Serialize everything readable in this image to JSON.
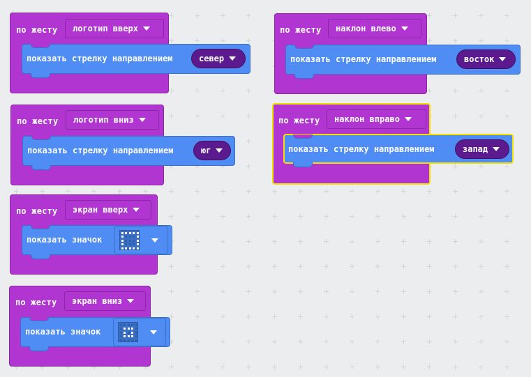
{
  "hat_label": "по жесту",
  "blocks": [
    {
      "gesture": "логотип вверх",
      "action": "показать стрелку направлением",
      "value": "север"
    },
    {
      "gesture": "логотип вниз",
      "action": "показать стрелку направлением",
      "value": "юг"
    },
    {
      "gesture": "экран вверх",
      "action": "показать значок",
      "icon": "square-icon"
    },
    {
      "gesture": "экран вниз",
      "action": "показать значок",
      "icon": "small-square-icon"
    },
    {
      "gesture": "наклон влево",
      "action": "показать стрелку направлением",
      "value": "восток"
    },
    {
      "gesture": "наклон вправо",
      "action": "показать стрелку направлением",
      "value": "запад"
    }
  ],
  "colors": {
    "hat": "#b135d0",
    "action": "#4f8df5",
    "pill": "#5c1a8f",
    "selected_outline": "#f2e000"
  }
}
